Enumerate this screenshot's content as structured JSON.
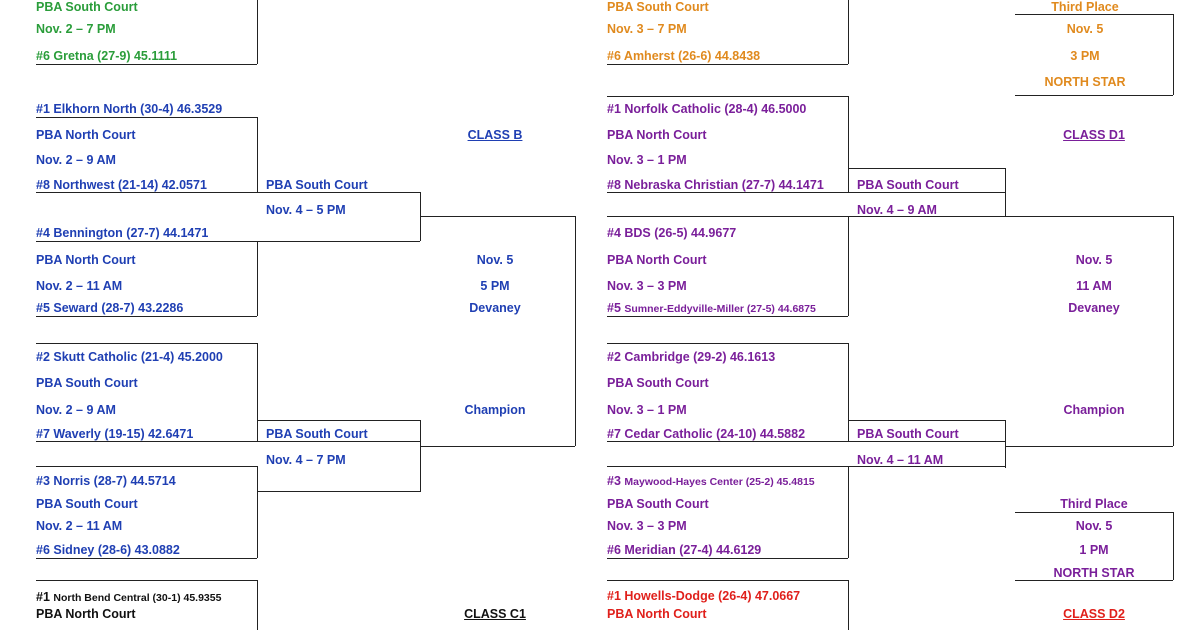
{
  "classA_tail": {
    "court": "PBA South Court",
    "time": "Nov. 2 – 7 PM",
    "team": "#6 Gretna (27-9) 45.1111"
  },
  "classB": {
    "title": "CLASS B",
    "games": [
      {
        "team1": "#1 Elkhorn North (30-4) 46.3529",
        "court": "PBA North Court",
        "time": "Nov. 2 – 9 AM",
        "team2": "#8 Northwest (21-14) 42.0571"
      },
      {
        "team1": "#4 Bennington (27-7) 44.1471",
        "court": "PBA North Court",
        "time": "Nov. 2 – 11 AM",
        "team2": "#5 Seward (28-7) 43.2286"
      },
      {
        "team1": "#2 Skutt Catholic (21-4) 45.2000",
        "court": "PBA South Court",
        "time": "Nov. 2 – 9 AM",
        "team2": "#7 Waverly (19-15) 42.6471"
      },
      {
        "team1": "#3 Norris (28-7) 44.5714",
        "court": "PBA South Court",
        "time": "Nov. 2 – 11 AM",
        "team2": "#6 Sidney (28-6) 43.0882"
      }
    ],
    "semis": [
      {
        "court": "PBA South Court",
        "time": "Nov. 4 – 5 PM"
      },
      {
        "court": "PBA South Court",
        "time": "Nov. 4 – 7 PM"
      }
    ],
    "final": {
      "date": "Nov. 5",
      "time": "5 PM",
      "venue": "Devaney",
      "champion": "Champion"
    }
  },
  "classC1_head": {
    "seed": "#1",
    "team": "North Bend Central (30-1) 45.9355",
    "court": "PBA North Court",
    "title": "CLASS C1"
  },
  "classC2_tail": {
    "court": "PBA South Court",
    "time": "Nov. 3 – 7 PM",
    "team": "#6 Amherst (26-6) 44.8438"
  },
  "c2_third": {
    "label": "Third Place",
    "date": "Nov. 5",
    "time": "3 PM",
    "venue": "NORTH STAR"
  },
  "classD1": {
    "title": "CLASS D1",
    "games": [
      {
        "team1": "#1 Norfolk Catholic (28-4) 46.5000",
        "court": "PBA North Court",
        "time": "Nov. 3 – 1 PM",
        "team2": "#8 Nebraska Christian (27-7) 44.1471"
      },
      {
        "team1": "#4 BDS (26-5) 44.9677",
        "court": "PBA North Court",
        "time": "Nov. 3 – 3 PM",
        "team2_seed": "#5",
        "team2": "Sumner-Eddyville-Miller (27-5) 44.6875"
      },
      {
        "team1": "#2 Cambridge (29-2) 46.1613",
        "court": "PBA South Court",
        "time": "Nov. 3 – 1 PM",
        "team2": "#7 Cedar Catholic (24-10) 44.5882"
      },
      {
        "team1_seed": "#3",
        "team1": "Maywood-Hayes Center (25-2) 45.4815",
        "court": "PBA South Court",
        "time": "Nov. 3 – 3 PM",
        "team2": "#6 Meridian (27-4) 44.6129"
      }
    ],
    "semis": [
      {
        "court": "PBA South Court",
        "time": "Nov. 4 – 9 AM"
      },
      {
        "court": "PBA South Court",
        "time": "Nov. 4 – 11 AM"
      }
    ],
    "final": {
      "date": "Nov. 5",
      "time": "11 AM",
      "venue": "Devaney",
      "champion": "Champion"
    },
    "third": {
      "label": "Third Place",
      "date": "Nov. 5",
      "time": "1 PM",
      "venue": "NORTH STAR"
    }
  },
  "classD2_head": {
    "team": "#1 Howells-Dodge (26-4) 47.0667",
    "court": "PBA North Court",
    "title": "CLASS D2"
  },
  "colors": {
    "classA": "#2a9d3a",
    "classB": "#1f3fb3",
    "classC2": "#e08a1e",
    "classD1": "#7a1f9a",
    "classD2": "#e0201b",
    "classC1": "#111111",
    "title": "#c0392b"
  }
}
